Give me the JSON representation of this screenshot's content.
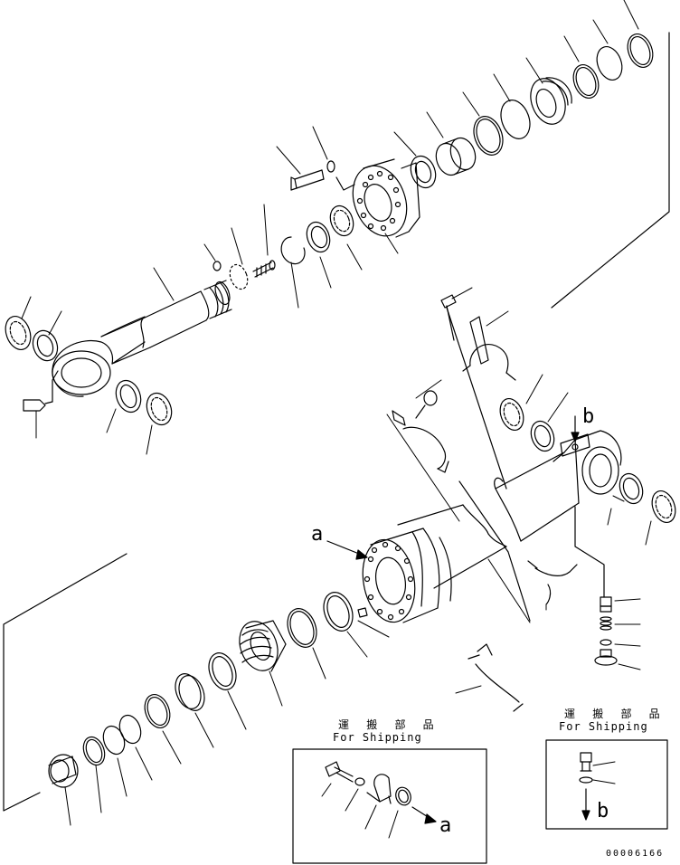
{
  "shipping_box_left": {
    "jp_label": "運 搬 部 品",
    "en_label": "For Shipping",
    "arrow_label": "a"
  },
  "shipping_box_right": {
    "jp_label": "運 搬 部 品",
    "en_label": "For Shipping",
    "arrow_label": "b"
  },
  "view_arrow_a": "a",
  "view_arrow_b": "b",
  "drawing_code": "00006166",
  "colors": {
    "line": "#000000",
    "background": "#ffffff"
  }
}
